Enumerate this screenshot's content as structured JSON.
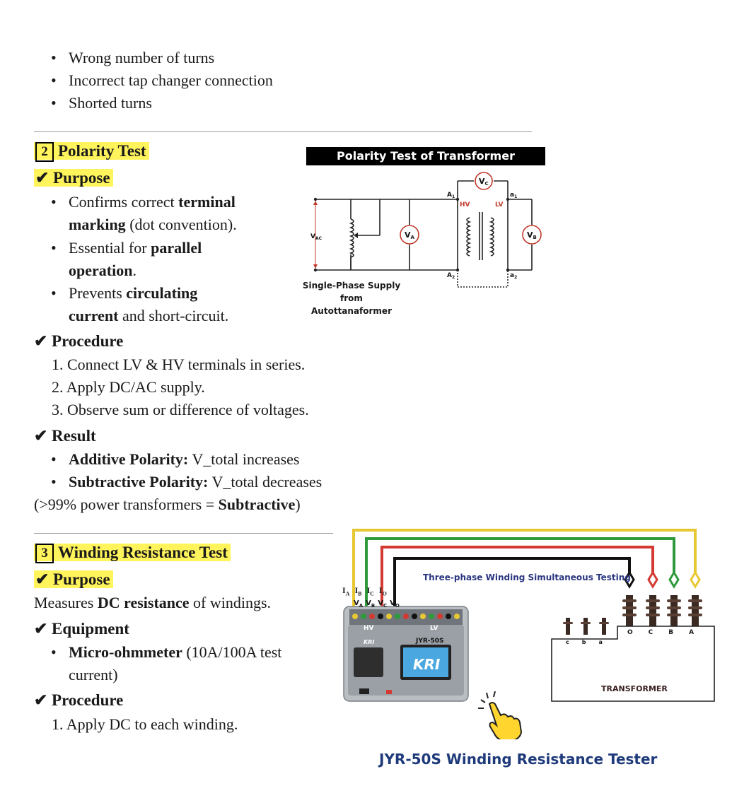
{
  "top_list": [
    "Wrong number of turns",
    "Incorrect tap changer connection",
    "Shorted turns"
  ],
  "sec2": {
    "num": "2",
    "title": "Polarity Test",
    "purpose_heading": "✔ Purpose",
    "purpose_items": [
      {
        "l1a": "Confirms correct ",
        "l1b": "terminal",
        "l2a": "marking",
        "l2b": " (dot convention)."
      },
      {
        "l1a": "Essential for ",
        "l1b": "parallel",
        "l2a": "operation",
        "l2b": "."
      },
      {
        "l1a": "Prevents ",
        "l1b": "circulating",
        "l2a": "current",
        "l2b": " and short-circuit."
      }
    ],
    "procedure_heading": "✔ Procedure",
    "procedure": [
      "1. Connect LV & HV terminals in series.",
      "2. Apply DC/AC supply.",
      "3. Observe sum or difference of voltages."
    ],
    "result_heading": "✔ Result",
    "results": [
      {
        "label": "Additive Polarity:",
        "text": " V_total increases"
      },
      {
        "label": "Subtractive Polarity:",
        "text": " V_total decreases"
      }
    ],
    "note_a": "(>99% power transformers = ",
    "note_b": "Subtractive",
    "note_c": ")"
  },
  "diagram": {
    "title": "Polarity Test of Transformer",
    "vac": "V",
    "vac_sub": "AC",
    "va": "V",
    "va_sub": "A",
    "vb": "V",
    "vb_sub": "B",
    "vc": "V",
    "vc_sub": "C",
    "A1": "A",
    "A1_sub": "1",
    "A2": "A",
    "A2_sub": "2",
    "a1": "a",
    "a1_sub": "1",
    "a2": "a",
    "a2_sub": "2",
    "hv": "HV",
    "lv": "LV",
    "caption1": "Single-Phase Supply",
    "caption2": "from Autottanaformer"
  },
  "sec3": {
    "num": "3",
    "title": "Winding Resistance Test",
    "purpose_heading": "✔ Purpose",
    "purpose_a": "Measures ",
    "purpose_b": "DC resistance",
    "purpose_c": " of windings.",
    "equipment_heading": "✔ Equipment",
    "equip_label": "Micro-ohmmeter",
    "equip_text1": " (10A/100A test",
    "equip_text2": "current)",
    "procedure_heading": "✔ Procedure",
    "procedure": [
      "1. Apply DC to each winding."
    ]
  },
  "tester": {
    "banner": "Three-phase Winding Simultaneous Testing",
    "currents": [
      "I",
      "I",
      "I",
      "I"
    ],
    "current_subs": [
      "A",
      "B",
      "C",
      "O"
    ],
    "voltages": [
      "V",
      "V",
      "V",
      "V"
    ],
    "voltage_subs": [
      "A",
      "B",
      "C",
      "O"
    ],
    "hv": "HV",
    "lv": "LV",
    "brand": "KRI",
    "model": "JYR-50S",
    "screen_logo": "KRI",
    "lv_terminals": [
      "c",
      "b",
      "a"
    ],
    "hv_terminals": [
      "O",
      "C",
      "B",
      "A"
    ],
    "transformer_label": "TRANSFORMER",
    "caption": "JYR-50S Winding Resistance Tester",
    "colors": {
      "yellow": "#e8c832",
      "green": "#2e9a3c",
      "red": "#d33a32",
      "black": "#111111",
      "caption": "#1e3a7a",
      "highlight": "#fff45c"
    }
  }
}
